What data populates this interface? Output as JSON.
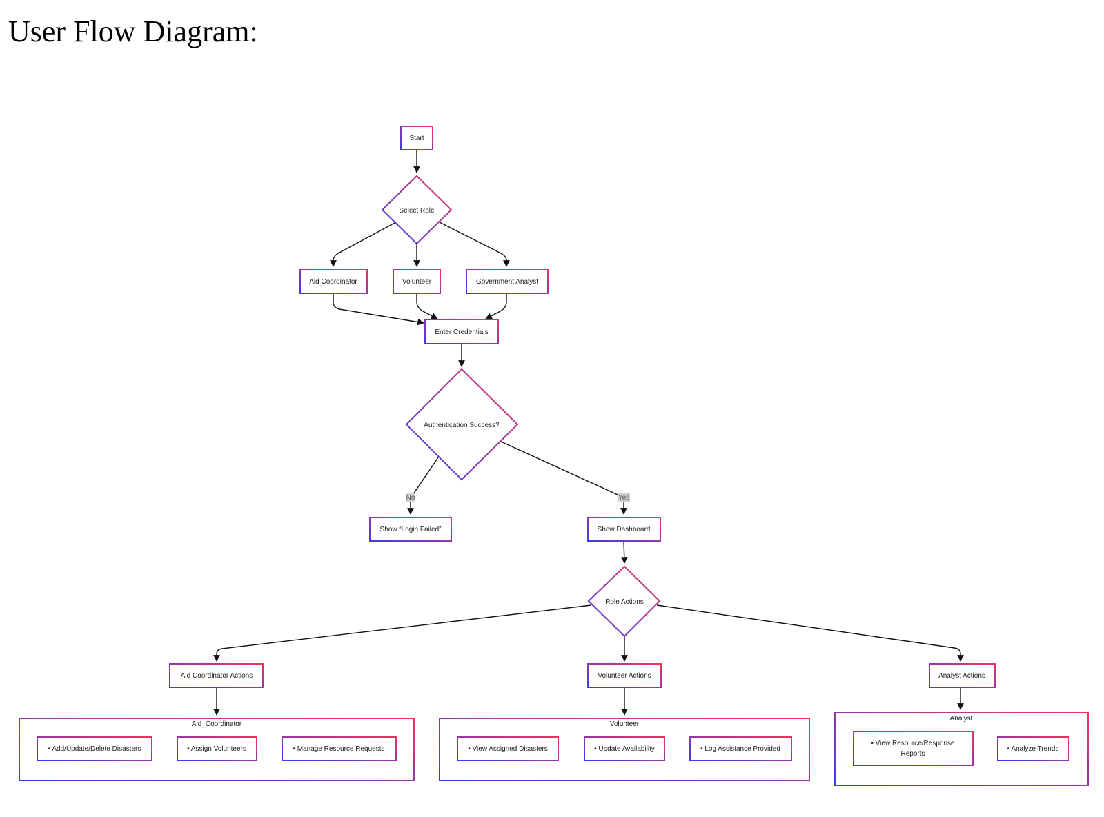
{
  "title": "User Flow Diagram:",
  "colors": {
    "gradient_start": "#3b3bf0",
    "gradient_end": "#f0325a",
    "edge": "#111111",
    "label_bg": "#cfcfcf"
  },
  "nodes": {
    "start": "Start",
    "select_role": "Select Role",
    "aid_coordinator": "Aid Coordinator",
    "volunteer": "Volunteer",
    "government_analyst": "Government Analyst",
    "enter_credentials": "Enter Credentials",
    "auth_success": "Authentication Success?",
    "login_failed": "Show “Login Failed”",
    "show_dashboard": "Show Dashboard",
    "role_actions": "Role Actions",
    "aid_coordinator_actions": "Aid Coordinator Actions",
    "volunteer_actions": "Volunteer Actions",
    "analyst_actions": "Analyst Actions"
  },
  "edge_labels": {
    "no": "No",
    "yes": "Yes"
  },
  "groups": {
    "aid_coordinator": {
      "title": "Aid_Coordinator",
      "items": [
        "• Add/Update/Delete Disasters",
        "• Assign Volunteers",
        "• Manage Resource Requests"
      ]
    },
    "volunteer": {
      "title": "Volunteer",
      "items": [
        "• View Assigned Disasters",
        "• Update Availability",
        "• Log Assistance Provided"
      ]
    },
    "analyst": {
      "title": "Analyst",
      "items": [
        "• View Resource/Response",
        "Reports",
        "• Analyze Trends"
      ]
    }
  }
}
